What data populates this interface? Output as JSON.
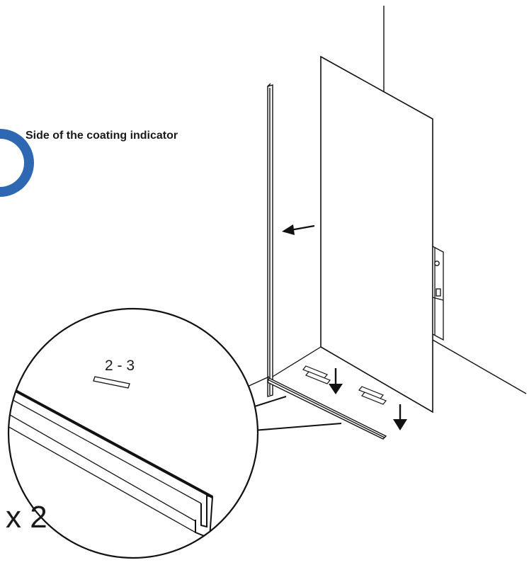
{
  "caption": "Side of the coating indicator",
  "detail_label": "2 - 3",
  "quantity_label": "x 2",
  "colors": {
    "line": "#111111",
    "indicator_blue": "#2e67b2",
    "background": "#ffffff"
  }
}
